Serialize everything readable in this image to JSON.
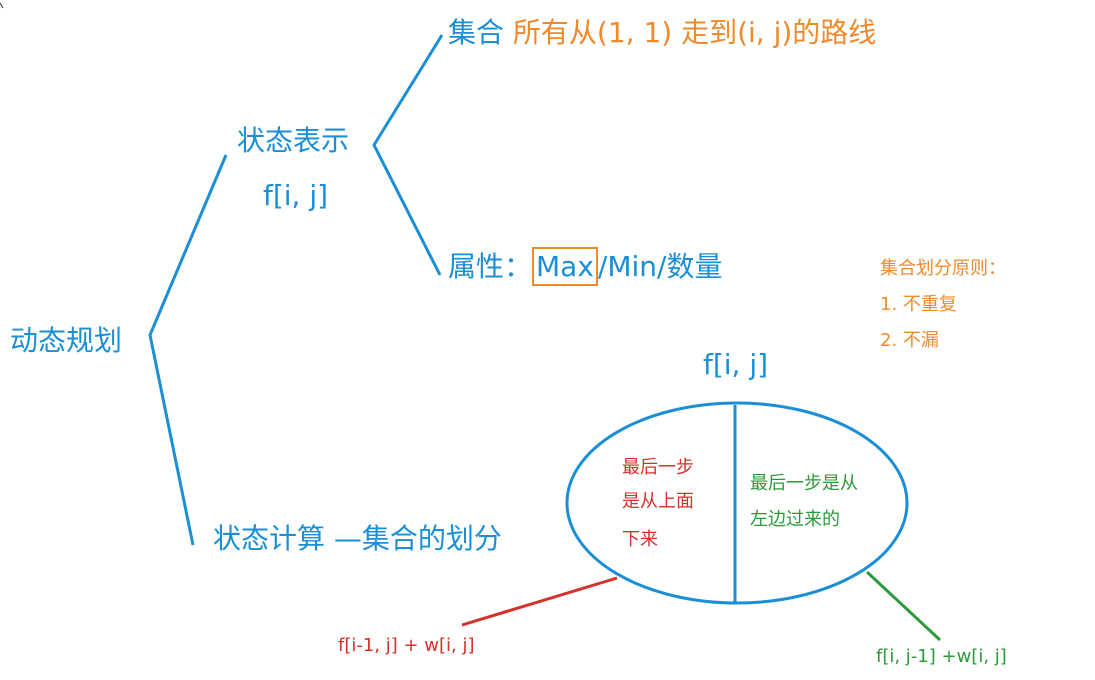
{
  "colors": {
    "blue": "#1b8fd6",
    "orange": "#ee8a2c",
    "red": "#d6302a",
    "green": "#2b9a3a"
  },
  "root": "动态规划",
  "state_repr": {
    "label": "状态表示",
    "notation": "f[i, j]",
    "set_label": "集合",
    "set_desc": "所有从(1, 1) 走到(i, j)的路线",
    "attr_label": "属性：",
    "attr_max": "Max",
    "attr_rest": "/Min/数量"
  },
  "state_calc": {
    "label": "状态计算",
    "dash": "—",
    "desc": "集合的划分"
  },
  "principle": {
    "title": "集合划分原则：",
    "items": [
      "1. 不重复",
      "2. 不漏"
    ]
  },
  "partition": {
    "notation": "f[i, j]",
    "left_lines": [
      "最后一步",
      "是从上面",
      "下来"
    ],
    "right_lines": [
      "最后一步是从",
      "左边过来的"
    ],
    "left_formula": "f[i-1, j]  + w[i, j]",
    "right_formula": "f[i, j-1]  +w[i, j]"
  }
}
